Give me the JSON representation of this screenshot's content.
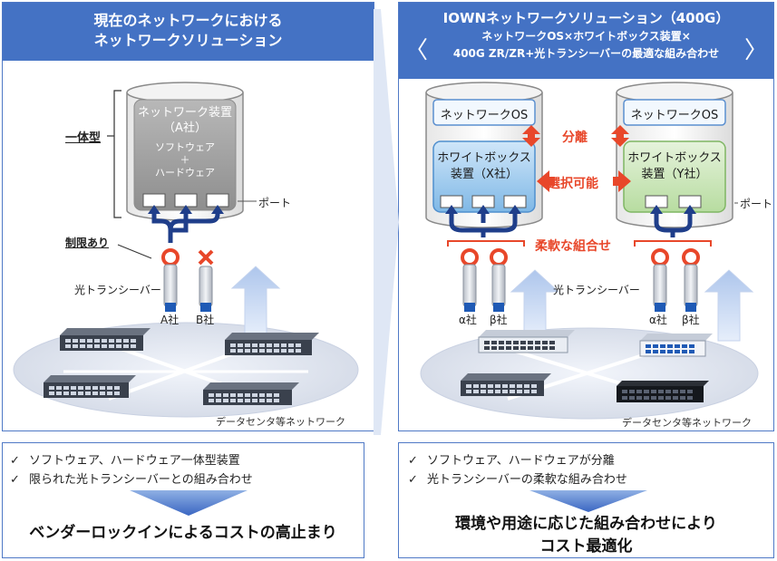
{
  "left": {
    "title_line1": "現在のネットワークにおける",
    "title_line2": "ネットワークソリューション",
    "device_line1": "ネットワーク装置",
    "device_line2": "（A社）",
    "device_software": "ソフトウェア",
    "device_plus": "＋",
    "device_hardware": "ハードウェア",
    "integrated_label": "一体型",
    "port_label": "ポート",
    "restricted_label": "制限あり",
    "transceiver_label": "光トランシーバー",
    "vendor_a": "A社",
    "vendor_b": "B社",
    "network_label": "データセンタ等ネットワーク",
    "check1": "ソフトウェア、ハードウェア一体型装置",
    "check2": "限られた光トランシーバーとの組み合わせ",
    "conclusion": "ベンダーロックインによるコストの高止まり"
  },
  "right": {
    "title_line1": "IOWNネットワークソリューション（400G）",
    "title_line2": "ネットワークOS×ホワイトボックス装置×",
    "title_line3": "400G ZR/ZR+光トランシーバーの最適な組み合わせ",
    "os_x": "ネットワークOS",
    "os_y": "ネットワークOS",
    "wb_x_line1": "ホワイトボックス",
    "wb_x_line2": "装置（X社）",
    "wb_y_line1": "ホワイトボックス",
    "wb_y_line2": "装置（Y社）",
    "separation": "分離",
    "selectable": "選択可能",
    "flexible": "柔軟な組合せ",
    "port_label": "ポート",
    "transceiver_label": "光トランシーバー",
    "alpha1": "α社",
    "beta1": "β社",
    "alpha2": "α社",
    "beta2": "β社",
    "network_label": "データセンタ等ネットワーク",
    "check1": "ソフトウェア、ハードウェアが分離",
    "check2": "光トランシーバーの柔軟な組み合わせ",
    "conclusion_line1": "環境や用途に応じた組み合わせにより",
    "conclusion_line2": "コスト最適化"
  },
  "colors": {
    "header_blue": "#4472c4",
    "accent_red": "#e8472a",
    "device_gray": "#a6a6a6",
    "whitebox_blue": "#8fc3ea",
    "whitebox_green": "#c6e2b5",
    "arrow_navy": "#1f3e8a"
  },
  "check_glyph": "✓"
}
